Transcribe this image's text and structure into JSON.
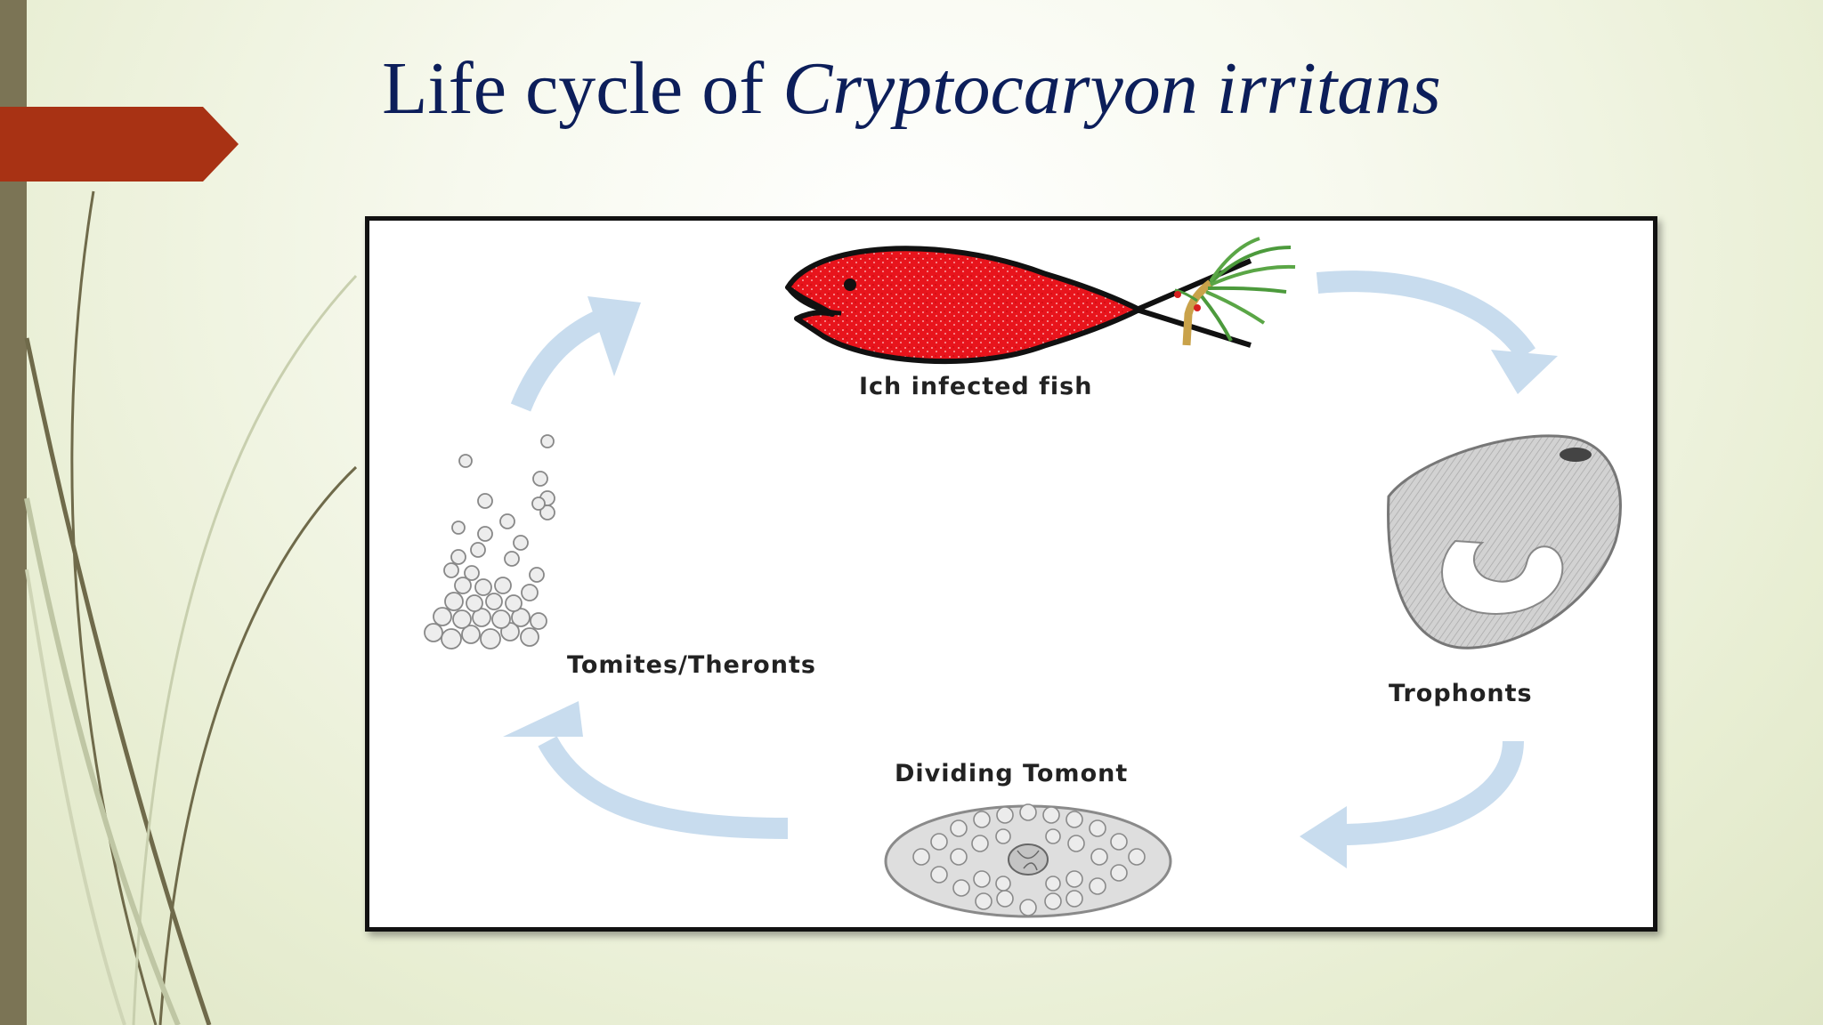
{
  "slide": {
    "title_prefix": "Life cycle of ",
    "title_species": "Cryptocaryon irritans",
    "accent_color": "#a83214",
    "title_color": "#0c1e5a"
  },
  "diagram": {
    "stages": [
      {
        "label": "Ich infected fish"
      },
      {
        "label": "Trophonts"
      },
      {
        "label": "Dividing Tomont"
      },
      {
        "label": "Tomites/Theronts"
      }
    ]
  }
}
